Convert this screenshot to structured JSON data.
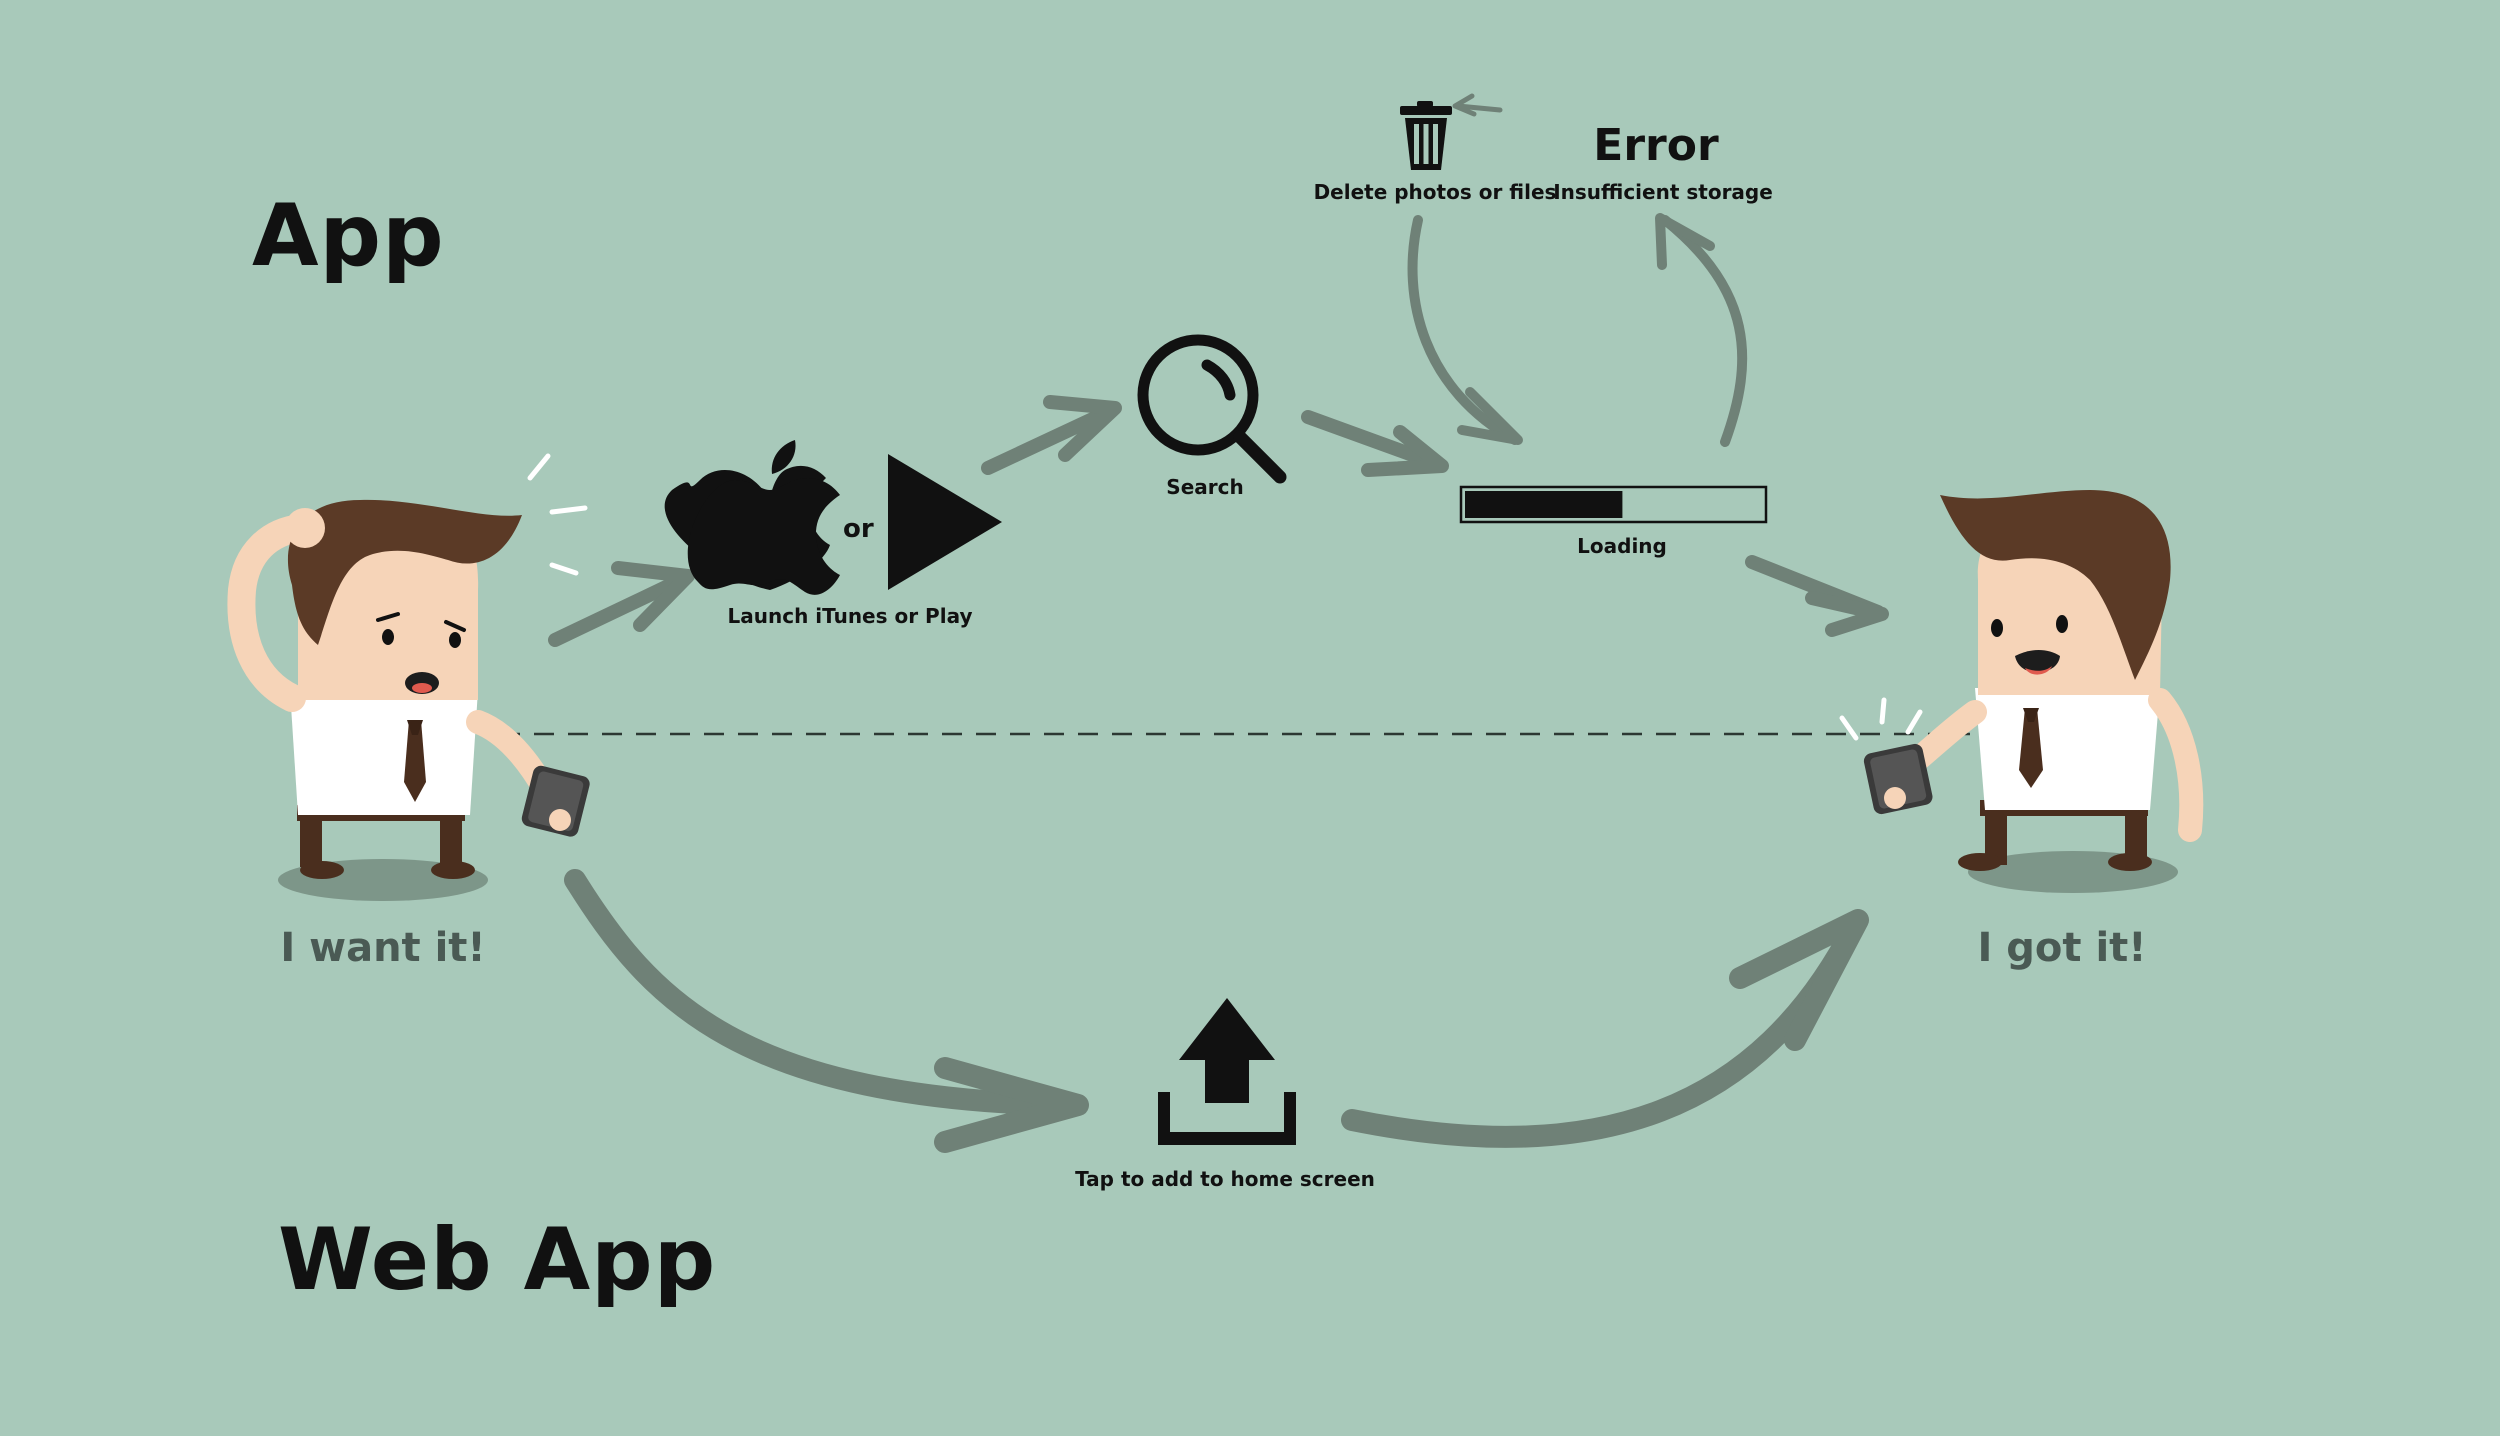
{
  "diagram": {
    "title_app": "App",
    "title_web_app": "Web App",
    "left_person_caption": "I want it!",
    "right_person_caption": "I got it!",
    "or_text": "or",
    "launch_label": "Launch iTunes or Play",
    "search_label": "Search",
    "loading_label": "Loading",
    "loading_progress": 0.53,
    "delete_label": "Delete photos or files",
    "error_title": "Error",
    "error_subtitle": "Insufficient storage",
    "tap_label": "Tap to add to home screen"
  },
  "colors": {
    "background": "#a8c9ba",
    "arrow": "#6f8177",
    "ink": "#111111",
    "hair": "#5b3a26",
    "skin": "#f6d4b8",
    "shirt": "#ffffff",
    "pants": "#4a2e1e",
    "phone": "#3a3a3a",
    "shadow": "#7d9689"
  },
  "icons": [
    "apple-icon",
    "play-store-icon",
    "search-icon",
    "trash-icon",
    "upload-icon"
  ]
}
